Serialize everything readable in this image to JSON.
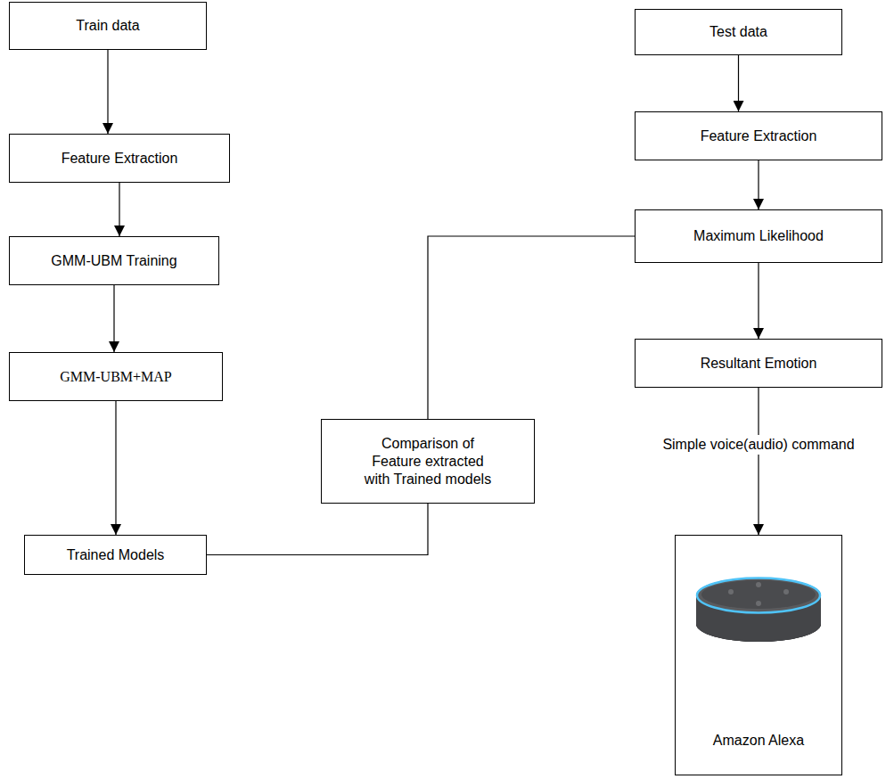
{
  "diagram": {
    "nodes": [
      {
        "text": [
          "Train data"
        ]
      },
      {
        "text": [
          "Feature Extraction"
        ]
      },
      {
        "text": [
          "GMM-UBM Training"
        ]
      },
      {
        "text": [
          "GMM-UBM+MAP"
        ]
      },
      {
        "text": [
          "Trained Models"
        ]
      },
      {
        "text": [
          "Comparison of Feature extracted with Trained models"
        ]
      },
      {
        "text": [
          "Test data"
        ]
      },
      {
        "text": [
          "Feature Extraction"
        ]
      },
      {
        "text": [
          "Maximum Likelihood"
        ]
      },
      {
        "text": [
          "Resultant Emotion"
        ]
      },
      {
        "text": [
          "Amazon Alexa"
        ]
      }
    ],
    "edges": [
      {
        "from": 0,
        "to": 1,
        "arrow": "to"
      },
      {
        "from": 1,
        "to": 2,
        "arrow": "to"
      },
      {
        "from": 2,
        "to": 3,
        "arrow": "to"
      },
      {
        "from": 3,
        "to": 4,
        "arrow": "to"
      },
      {
        "from": 6,
        "to": 7,
        "arrow": "to"
      },
      {
        "from": 7,
        "to": 8,
        "arrow": "to"
      },
      {
        "from": 8,
        "to": 9,
        "arrow": "to"
      },
      {
        "from": 4,
        "to": 8,
        "arrow": "none"
      },
      {
        "from": 9,
        "to": 10,
        "label": "Simple voice(audio) command",
        "arrow": "to"
      }
    ]
  }
}
